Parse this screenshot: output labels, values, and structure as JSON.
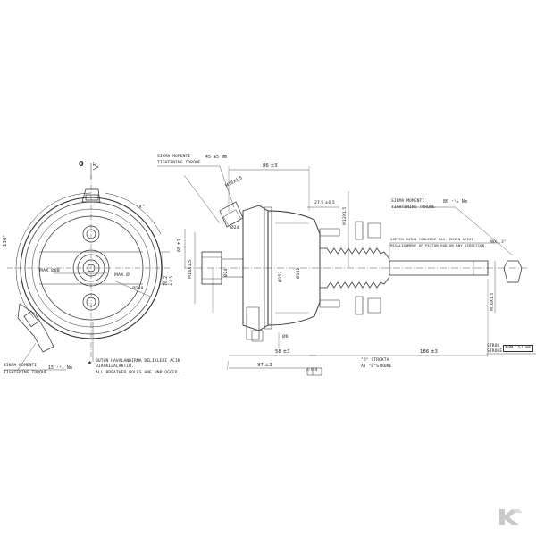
{
  "front_view": {
    "angle_zero": "0",
    "angle_x": "\"X\"",
    "angle_130": "130°",
    "max_a": "MAX. Ø88",
    "max_b": "MAX. Ø",
    "dia_148": "Ø148",
    "dim_76": "76.2",
    "dim_76_tol": "± 0.5",
    "torque_tr": "SIKMA MOMENTI",
    "torque_en": "TIGHTENING TORQUE",
    "torque_value": "15 ⁺³₀ Nm"
  },
  "breather_note": {
    "star": "*",
    "line_tr_1": "BUTUN HAVALANDIRMA DELIKLERI ACIK",
    "line_tr_2": "BIRAKILACAKTIR.",
    "line_en": "ALL BREATHER HOLES ARE UNPLUGGED."
  },
  "side_view": {
    "torque_tr": "SIKMA MOMENTI",
    "torque_en": "TIGHTENING TORQUE",
    "torque_value": "45 ±5 Nm",
    "m16": "M16X1.5",
    "m16_side": "M16X1.5",
    "dim_86": "86 ±3",
    "dim_68": "68 ±1",
    "dim_24": "Ø24",
    "dim_24b": "Ø24",
    "dim_152": "Ø152",
    "dim_142": "Ø142",
    "dim_6": "Ø6",
    "dim_58": "58 ±3",
    "dim_97": "97 ±3",
    "flatness": "⏥ 0.4",
    "dim_186": "186 ±3",
    "dim_27": "27.5 ±0.5",
    "m12": "M12X1.5",
    "m16_rod": "M16X1.5",
    "rod_torque_tr": "SIKMA MOMENTI",
    "rod_torque_en": "TIGHTENING TORQUE",
    "rod_torque_value": "80 ⁺⁵₀ Nm",
    "misalign_tr": "SAFTIN BUTUN YONLERDE MAX. EKSEN ACISI",
    "misalign_en": "MISALIGNMENT OF PISTON ROD ON ANY DIRECTION",
    "misalign_val": "MAX. 3°",
    "stroke_tr": "\"D\" STROKTA",
    "stroke_en": "AT \"D\"STROKE",
    "stroke_label_tr": "STROK",
    "stroke_label_en": "STROKE",
    "stroke_value": "NOM. 57 mm"
  },
  "brand": {
    "logo": "kramp-logo"
  }
}
